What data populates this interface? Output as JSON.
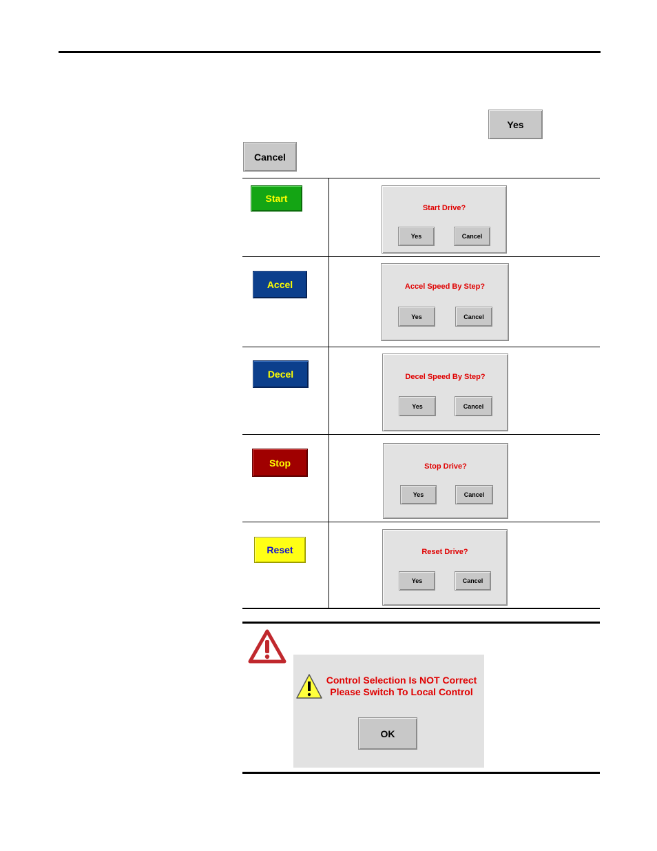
{
  "intro": {
    "yes_label": "Yes",
    "cancel_label": "Cancel"
  },
  "rows": [
    {
      "command": "Start",
      "prompt": "Start Drive?",
      "yes": "Yes",
      "cancel": "Cancel"
    },
    {
      "command": "Accel",
      "prompt": "Accel Speed By Step?",
      "yes": "Yes",
      "cancel": "Cancel"
    },
    {
      "command": "Decel",
      "prompt": "Decel Speed By Step?",
      "yes": "Yes",
      "cancel": "Cancel"
    },
    {
      "command": "Stop",
      "prompt": "Stop Drive?",
      "yes": "Yes",
      "cancel": "Cancel"
    },
    {
      "command": "Reset",
      "prompt": "Reset Drive?",
      "yes": "Yes",
      "cancel": "Cancel"
    }
  ],
  "warning": {
    "line1": "Control Selection Is NOT Correct",
    "line2": "Please Switch To Local Control",
    "ok_label": "OK"
  },
  "colors": {
    "start": "#14a514",
    "start_text": "#ffff00",
    "accel": "#0c3f8c",
    "accel_text": "#ffff00",
    "decel": "#0c3f8c",
    "decel_text": "#ffff00",
    "stop": "#a00000",
    "stop_text": "#ffff00",
    "reset": "#ffff14",
    "reset_text": "#1010d0",
    "prompt_text": "#e00000"
  }
}
